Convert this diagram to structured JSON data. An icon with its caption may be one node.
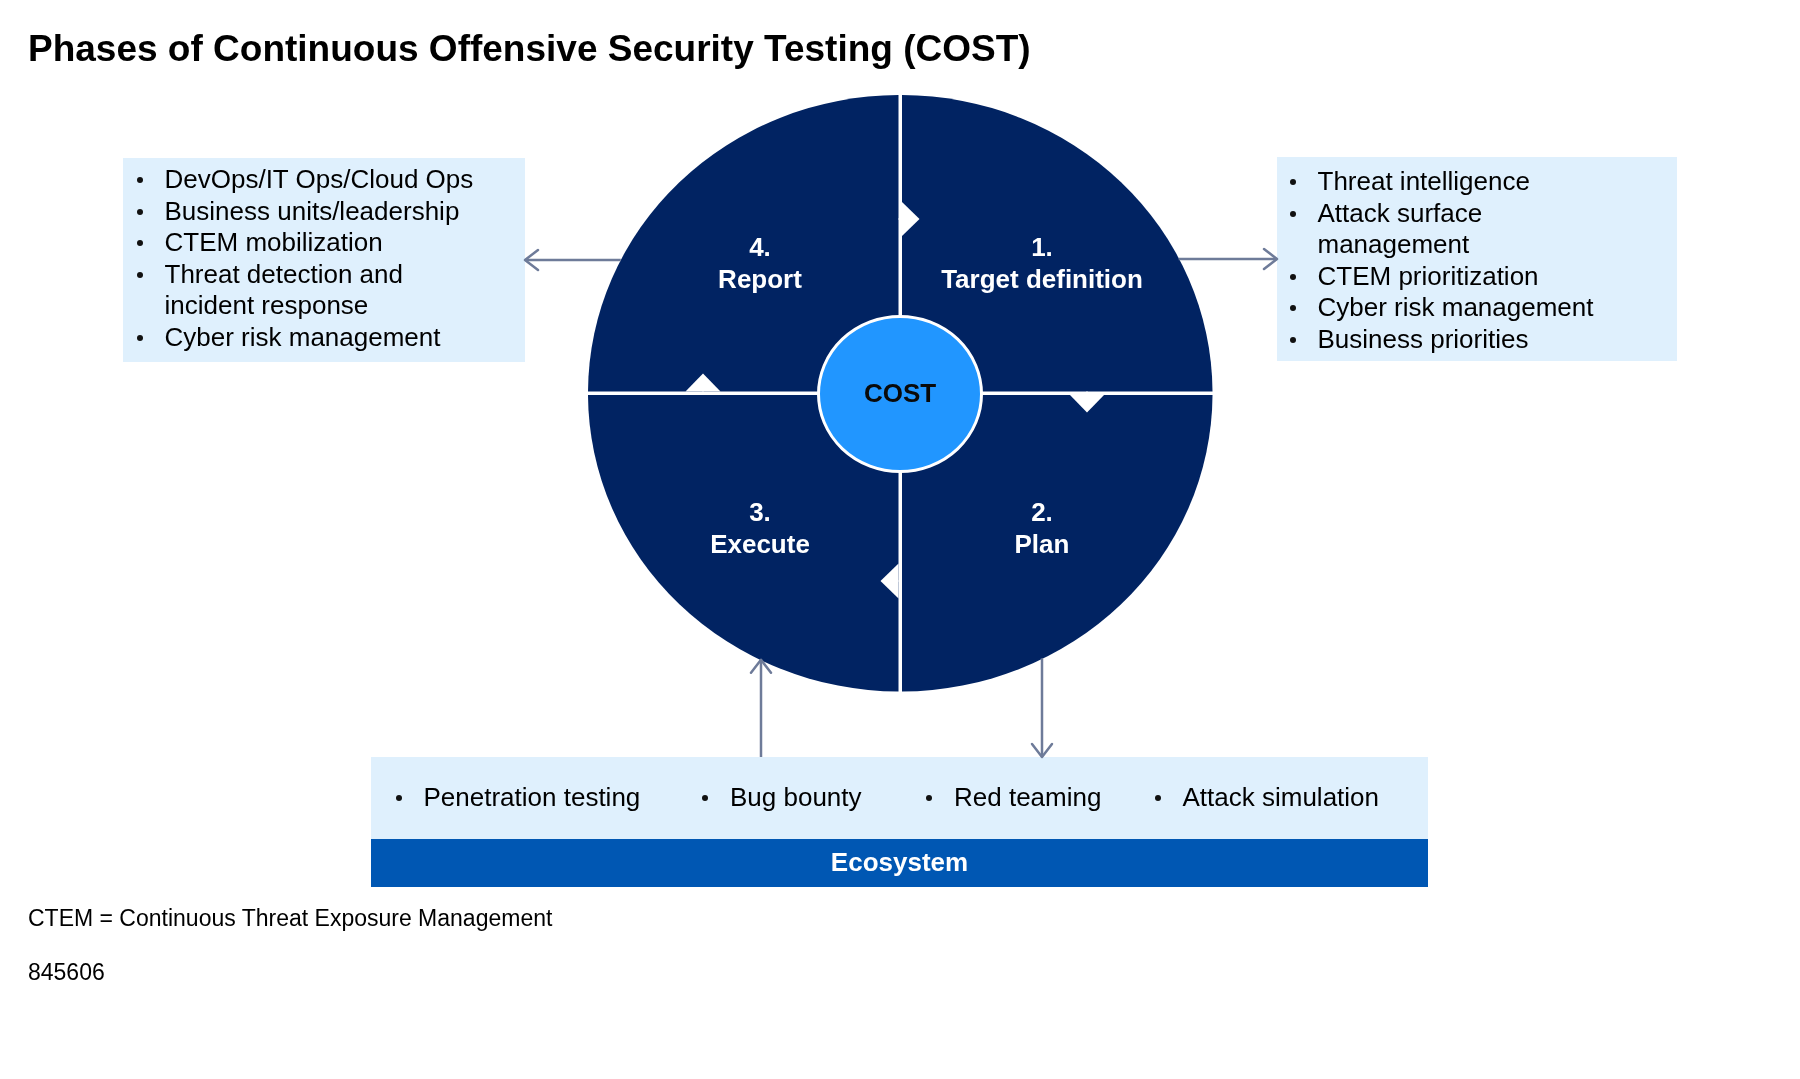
{
  "diagram": {
    "title": "Phases of Continuous Offensive Security Testing (COST)",
    "nodes": [
      {
        "text": [
          "DevOps/IT Ops/Cloud Ops",
          "Business units/leadership",
          "CTEM mobilization",
          "Threat detection and incident response",
          "Cyber risk management"
        ]
      },
      {
        "text": [
          "4.",
          "Report"
        ]
      },
      {
        "text": [
          "1.",
          "Target definition"
        ]
      },
      {
        "text": [
          "Threat intelligence",
          "Attack surface management",
          "CTEM prioritization",
          "Cyber risk management",
          "Business priorities"
        ]
      },
      {
        "text": [
          "COST"
        ]
      },
      {
        "text": [
          "3.",
          "Execute"
        ]
      },
      {
        "text": [
          "2.",
          "Plan"
        ]
      },
      {
        "text": [
          "Penetration testing",
          "Bug bounty",
          "Red teaming",
          "Attack simulation"
        ]
      },
      {
        "text": [
          "Ecosystem"
        ]
      }
    ],
    "edges": [
      {
        "from": 1,
        "to": 0,
        "arrow": "to"
      },
      {
        "from": 2,
        "to": 3,
        "arrow": "to"
      },
      {
        "from": 6,
        "to": 7,
        "arrow": "to"
      },
      {
        "from": 7,
        "to": 5,
        "arrow": "to"
      },
      {
        "from": 1,
        "to": 2,
        "arrow": "to",
        "color": "#ffffff"
      },
      {
        "from": 2,
        "to": 6,
        "arrow": "to",
        "color": "#ffffff"
      },
      {
        "from": 6,
        "to": 5,
        "arrow": "to",
        "color": "#ffffff"
      },
      {
        "from": 5,
        "to": 1,
        "arrow": "to",
        "color": "#ffffff"
      }
    ],
    "labels": [
      "CTEM = Continuous Threat Exposure Management",
      "845606"
    ]
  }
}
